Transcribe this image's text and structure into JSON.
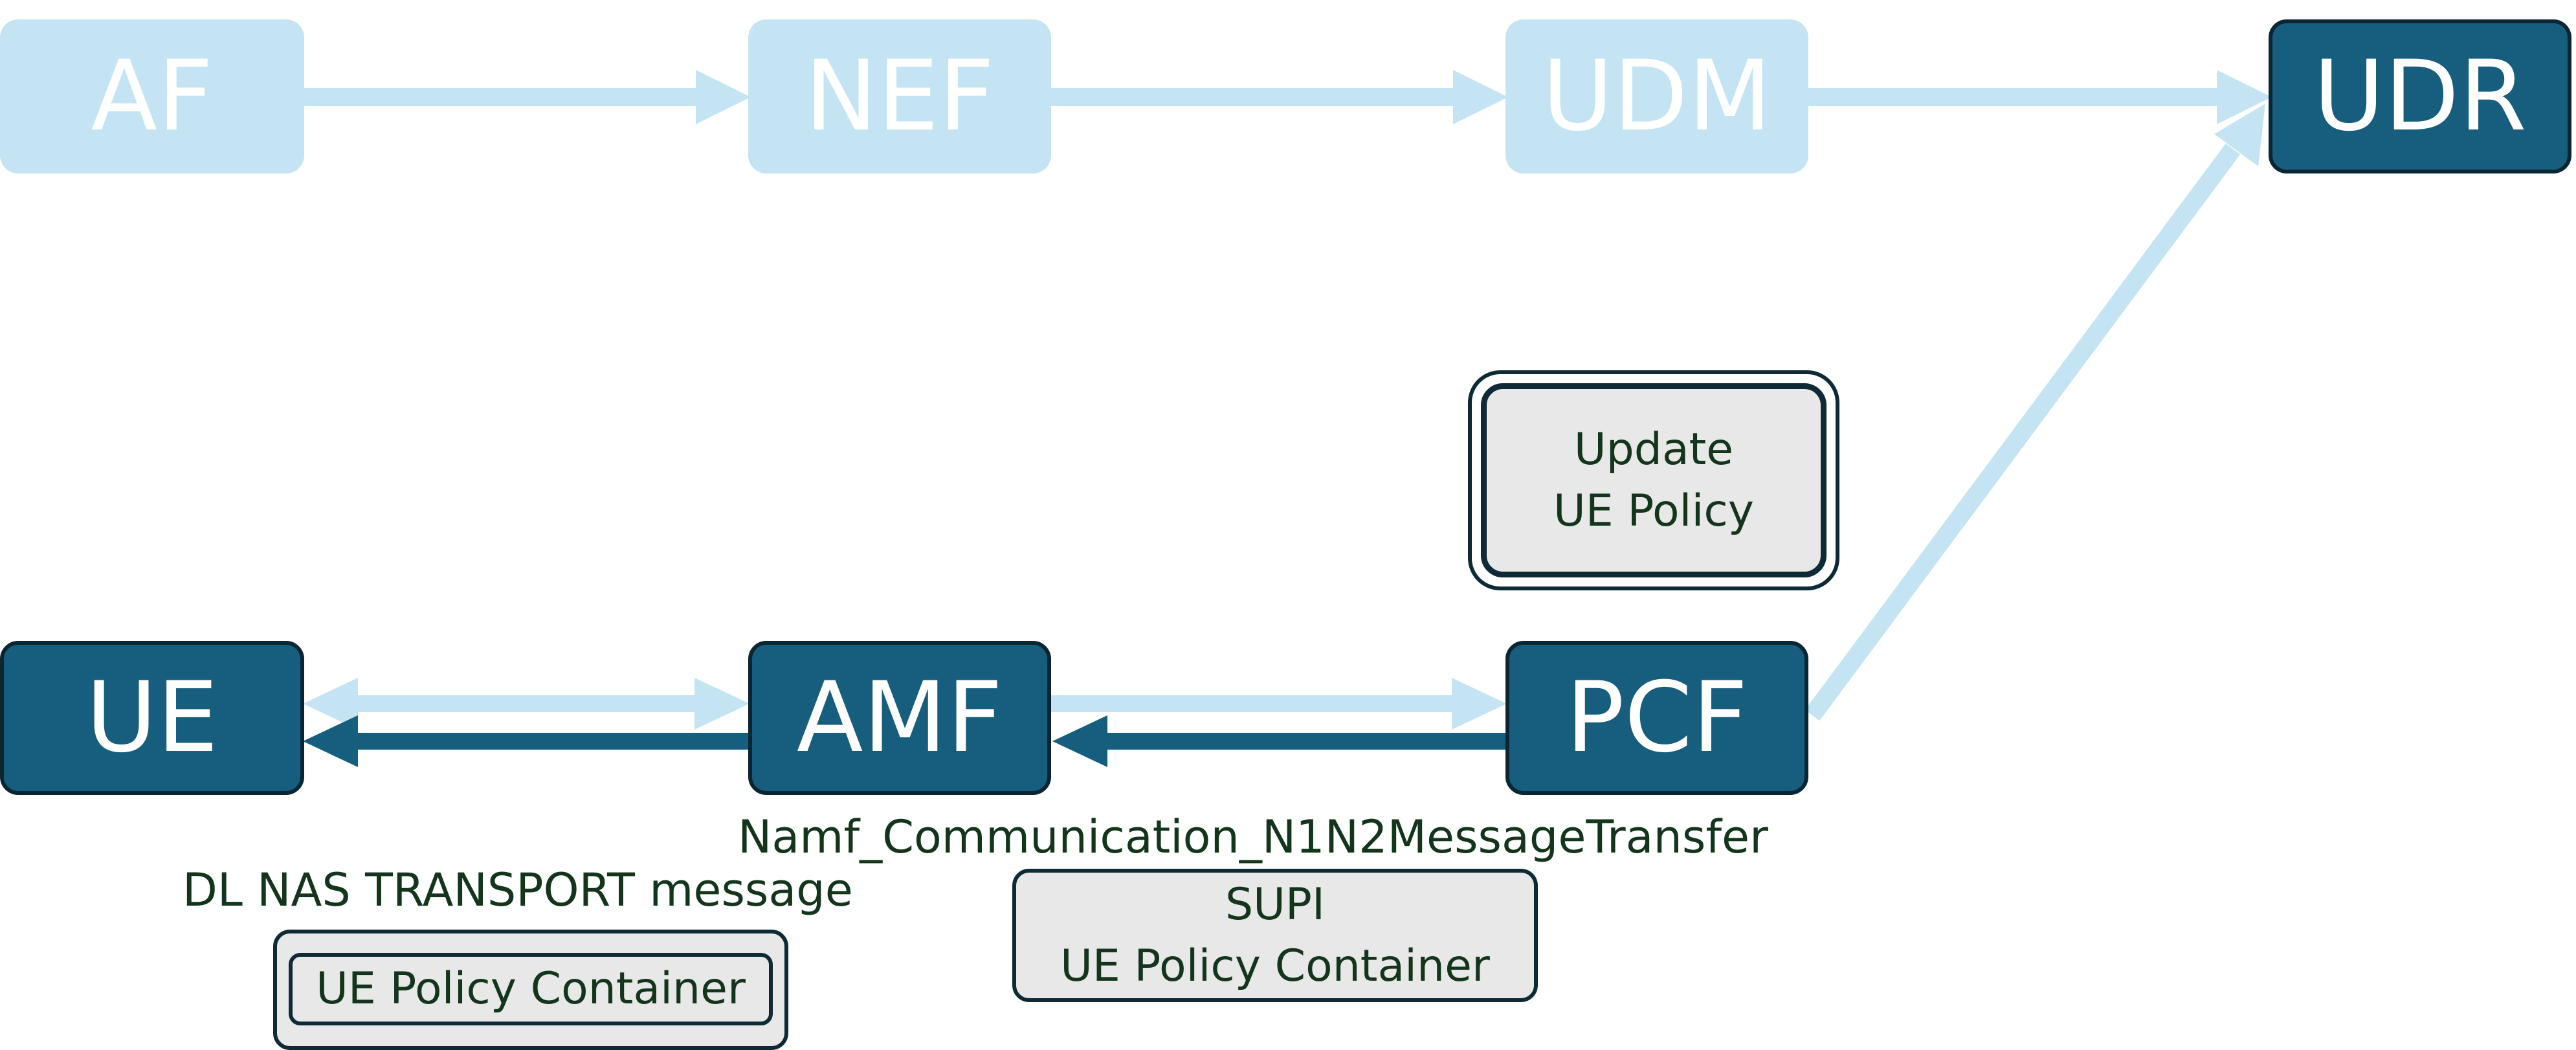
{
  "colors": {
    "light_node": "#c4e4f4",
    "dark_node": "#175e7e",
    "border": "#0b2633",
    "text": "#13351c",
    "box_fill": "#e8e8e8"
  },
  "nodes": {
    "af": "AF",
    "nef": "NEF",
    "udm": "UDM",
    "udr": "UDR",
    "ue": "UE",
    "amf": "AMF",
    "pcf": "PCF"
  },
  "labels": {
    "namf": "Namf_Communication_N1N2MessageTransfer",
    "dl_nas": "DL NAS TRANSPORT message"
  },
  "boxes": {
    "update_policy": [
      "Update",
      "UE Policy"
    ],
    "supi_container": [
      "SUPI",
      "UE Policy Container"
    ],
    "ue_container": [
      "UE Policy Container"
    ]
  }
}
